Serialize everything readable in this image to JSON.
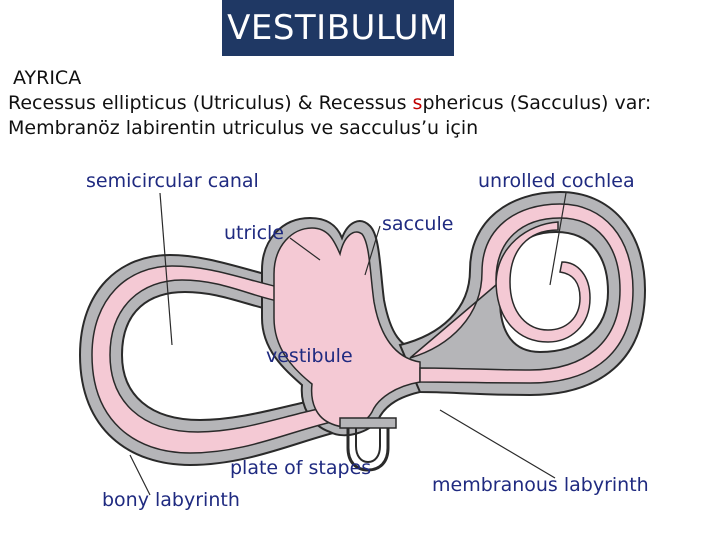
{
  "header": {
    "title": "VESTIBULUM"
  },
  "intro": {
    "line1": "AYRICA",
    "line2_a": "Recessus ellipticus (Utriculus) & Recessus ",
    "line2_accent": "s",
    "line2_b": "phericus (Sacculus)  var:",
    "line3": "Membranöz labirentin utriculus ve sacculus’u için"
  },
  "diagram": {
    "labels": {
      "semicircular_canal": "semicircular canal",
      "unrolled_cochlea": "unrolled cochlea",
      "utricle": "utricle",
      "saccule": "saccule",
      "vestibule": "vestibule",
      "plate_of_stapes": "plate of stapes",
      "membranous_labyrinth": "membranous labyrinth",
      "bony_labyrinth": "bony labyrinth"
    },
    "colors": {
      "bony": "#b5b5b8",
      "membranous": "#f4c9d4",
      "outline": "#2a2a2a",
      "label": "#1f2a80",
      "title_bg": "#1f3864"
    }
  }
}
